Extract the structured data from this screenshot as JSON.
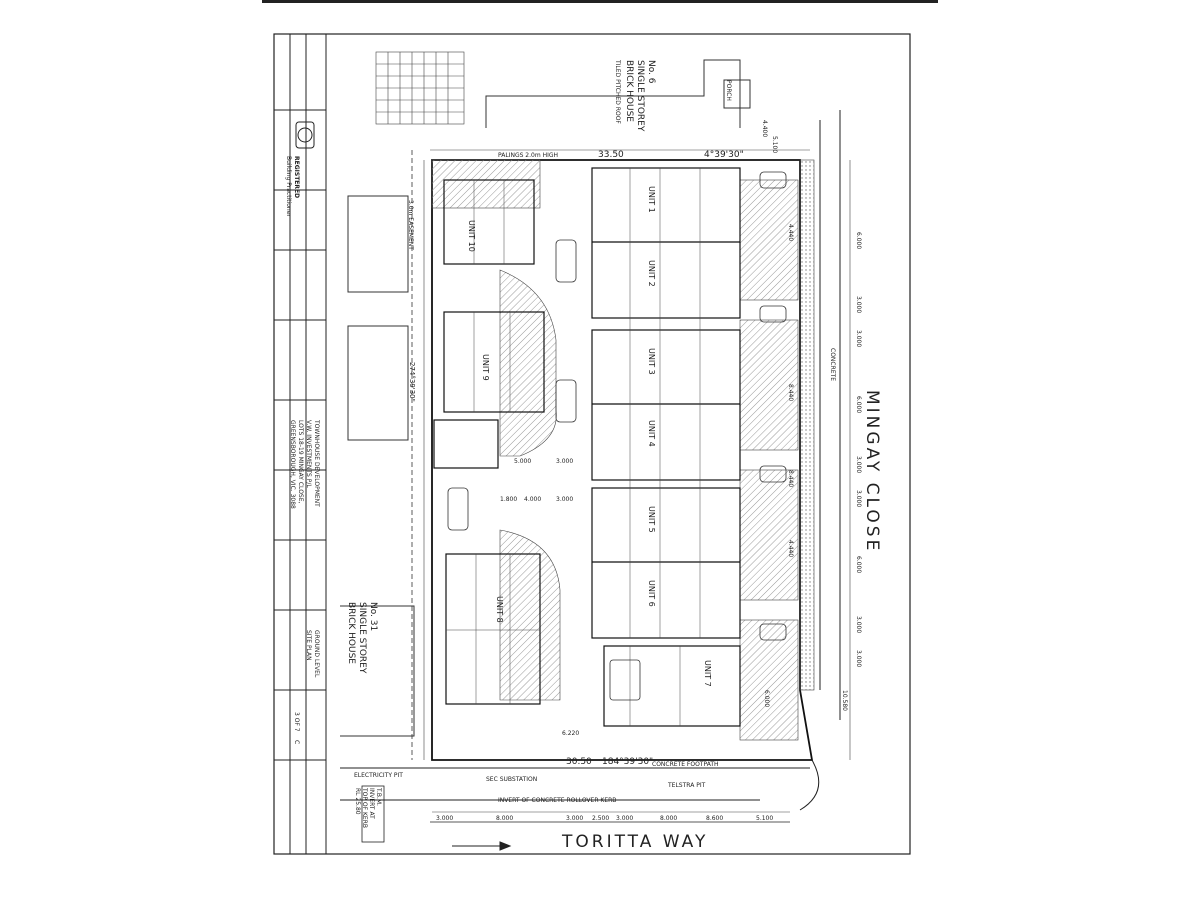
{
  "streets": {
    "south": "TORITTA  WAY",
    "east": "MINGAY  CLOSE"
  },
  "neighbours": {
    "north": [
      "No. 6",
      "SINGLE STOREY",
      "BRICK HOUSE",
      "TILED PITCHED ROOF"
    ],
    "west": [
      "No. 31",
      "SINGLE STOREY",
      "BRICK HOUSE"
    ]
  },
  "units": [
    "UNIT 1",
    "UNIT 2",
    "UNIT 3",
    "UNIT 4",
    "UNIT 5",
    "UNIT 6",
    "UNIT 7",
    "UNIT 8",
    "UNIT 9",
    "UNIT 10"
  ],
  "boundary": {
    "north": "33.50",
    "north_bearing": "4°39'30\"",
    "south": "30.50",
    "south_bearing": "184°39'30\"",
    "west_bearing": "274°39'30\"",
    "fence_north": "PALINGS 2.0m HIGH"
  },
  "labels": {
    "concrete_footpath": "CONCRETE   FOOTPATH",
    "invert_kerb": "INVERT   OF   CONCRETE   ROLLOVER   KERB",
    "telstra_pit": "TELSTRA PIT",
    "electricity_pit": "ELECTRICITY PIT",
    "sec_substation": "SEC SUBSTATION",
    "concrete": "CONCRETE",
    "porch": "PORCH",
    "easement": "3.0m EASEMENT"
  },
  "dims_bottom": [
    "3.000",
    "8.000",
    "3.000",
    "2.500",
    "3.000",
    "8.000",
    "8.600",
    "5.100"
  ],
  "dims_east": [
    "4.400",
    "5.100",
    "6.000",
    "3.000",
    "3.000",
    "6.000",
    "3.000",
    "3.000",
    "6.000",
    "3.000",
    "3.000",
    "6.000",
    "10.580"
  ],
  "dims_mid": [
    "5.000",
    "3.000",
    "1.800",
    "4.000",
    "3.000",
    "6.220",
    "4.440",
    "8.440",
    "8.440",
    "4.440"
  ],
  "title_block": {
    "registered": "REGISTERED",
    "registered_sub": "Building Practitioner",
    "project": "TOWNHOUSE DEVELOPMENT",
    "client": "V.W. INVESTMENTS P/L",
    "address": "LOTS 18-19 MINGAY CLOSE,",
    "suburb": "GREENSBOROUGH,  VIC. 3088",
    "drawing": "GROUND LEVEL",
    "drawing2": "SITE PLAN",
    "sheet": "3 OF 7",
    "rev": "C"
  },
  "tbm": [
    "T.B.M.",
    "INVERT AT",
    "TOP OF KERB",
    "RL 25.80"
  ],
  "colors": {
    "line": "#222222",
    "hatch": "#9a9a9a",
    "paper": "#ffffff"
  }
}
